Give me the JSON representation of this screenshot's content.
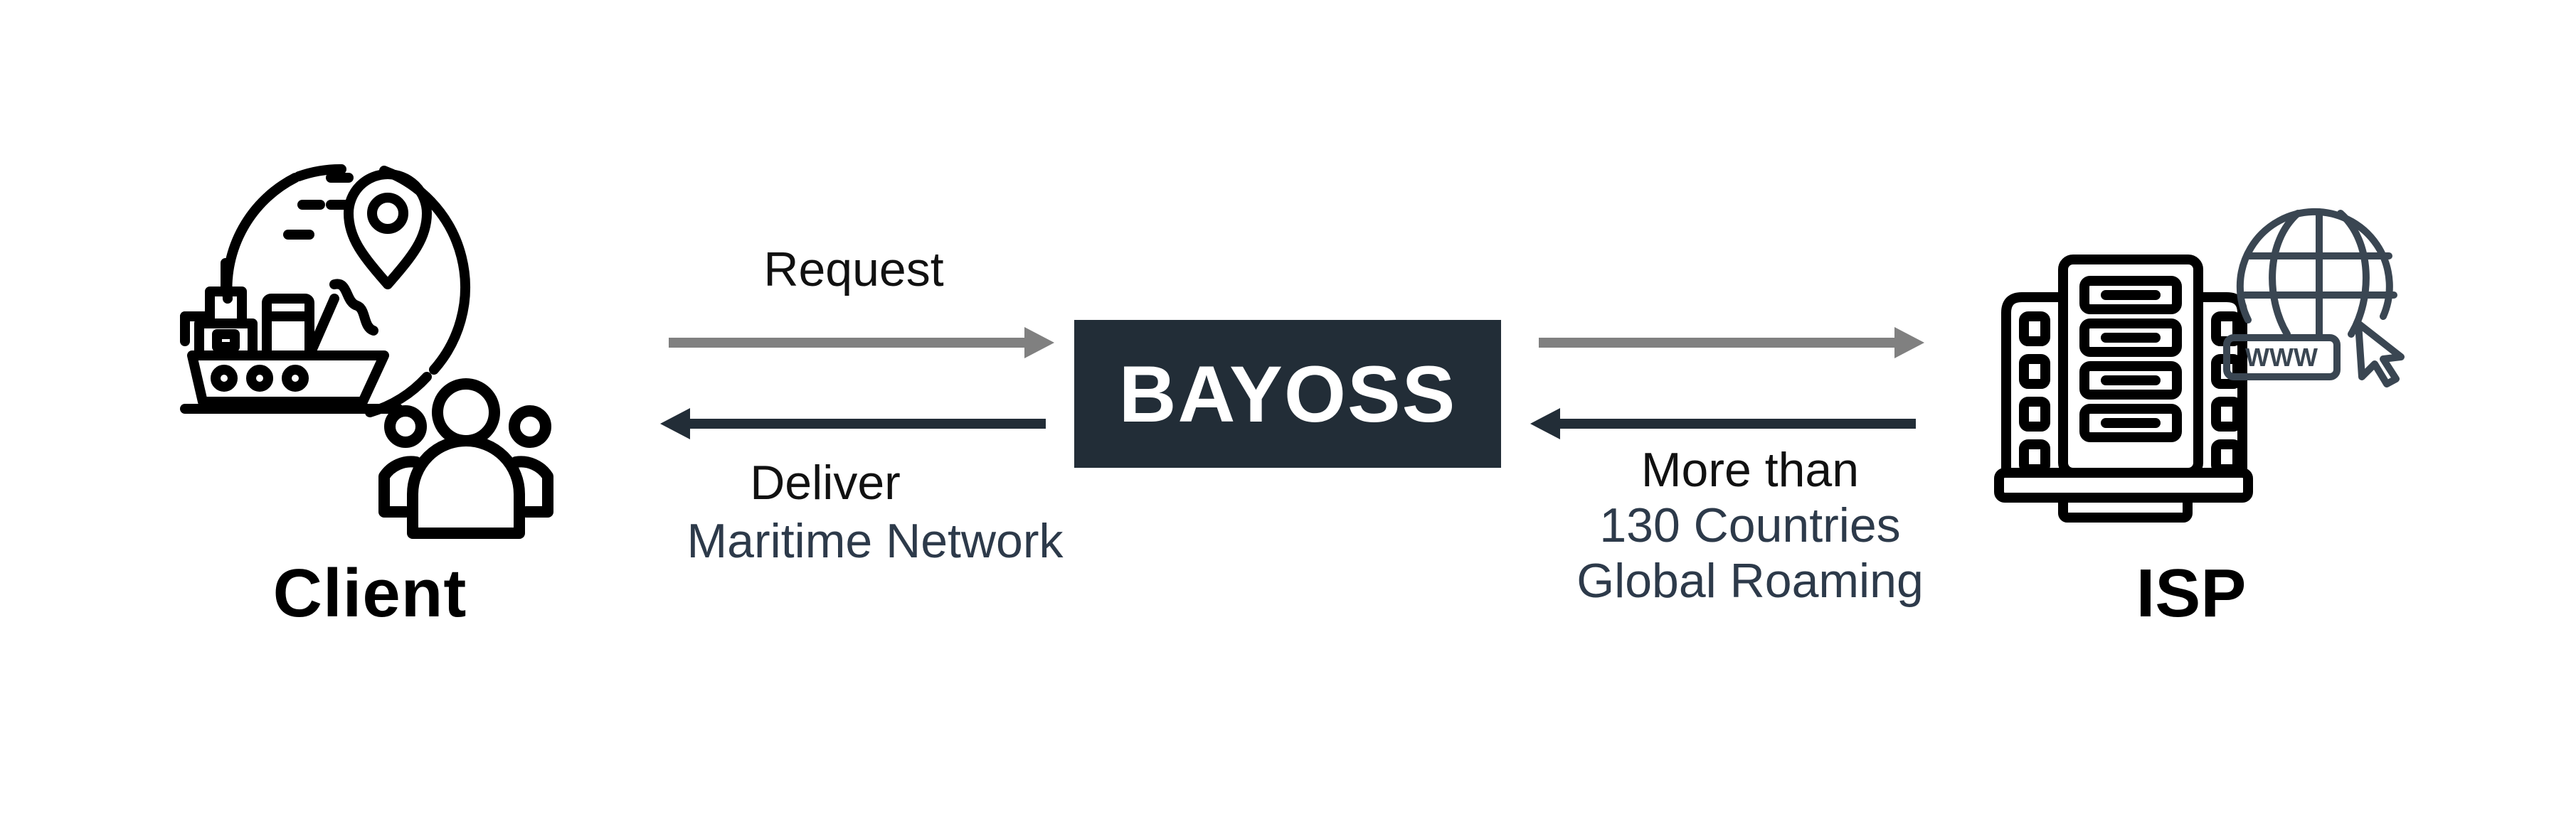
{
  "diagram": {
    "left_node": {
      "label": "Client",
      "icon": "ship-globe-people-icon"
    },
    "center_node": {
      "label": "BAYOSS"
    },
    "right_node": {
      "label": "ISP",
      "icon": "server-globe-www-icon"
    },
    "left_top_arrow_label": "Request",
    "left_bottom_arrow_label_1": "Deliver",
    "left_bottom_arrow_label_2": "Maritime Network",
    "right_bottom_arrow_label_1": "More than",
    "right_bottom_arrow_label_2": "130 Countries",
    "right_bottom_arrow_label_3": "Global Roaming",
    "colors": {
      "dark_box": "#222d37",
      "arrow_gray": "#808080",
      "arrow_dark": "#222d37",
      "text_dark": "#111111",
      "text_blue": "#2d3a4a",
      "icon_stroke": "#000000",
      "icon_stroke_soft": "#3a4652"
    }
  }
}
